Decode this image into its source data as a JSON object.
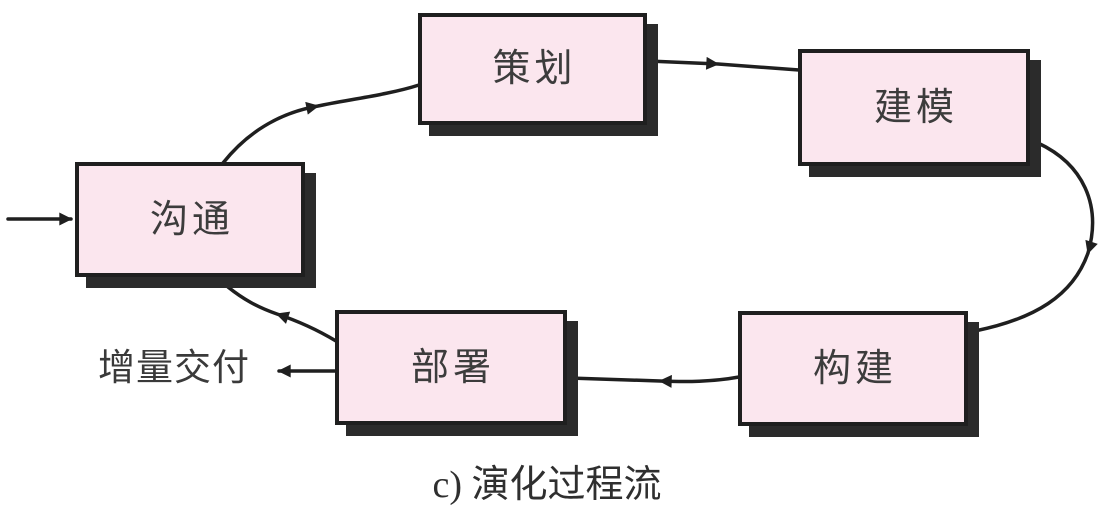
{
  "diagram": {
    "caption": "c) 演化过程流",
    "side_label": "增量交付",
    "boxes": [
      {
        "id": "communication",
        "label": "沟通"
      },
      {
        "id": "planning",
        "label": "策划"
      },
      {
        "id": "modeling",
        "label": "建模"
      },
      {
        "id": "construction",
        "label": "构建"
      },
      {
        "id": "deployment",
        "label": "部署"
      }
    ],
    "flow_order": [
      "沟通",
      "策划",
      "建模",
      "构建",
      "部署",
      "沟通"
    ],
    "exit_flow": {
      "from": "部署",
      "to_label": "增量交付"
    },
    "colors": {
      "background": "#ffffff",
      "box_fill": "#fbe6ee",
      "box_border": "#1f1f1f",
      "box_shadow": "#2b2b2b",
      "arrow": "#1f1f1f",
      "text": "#3c3c3c"
    }
  }
}
